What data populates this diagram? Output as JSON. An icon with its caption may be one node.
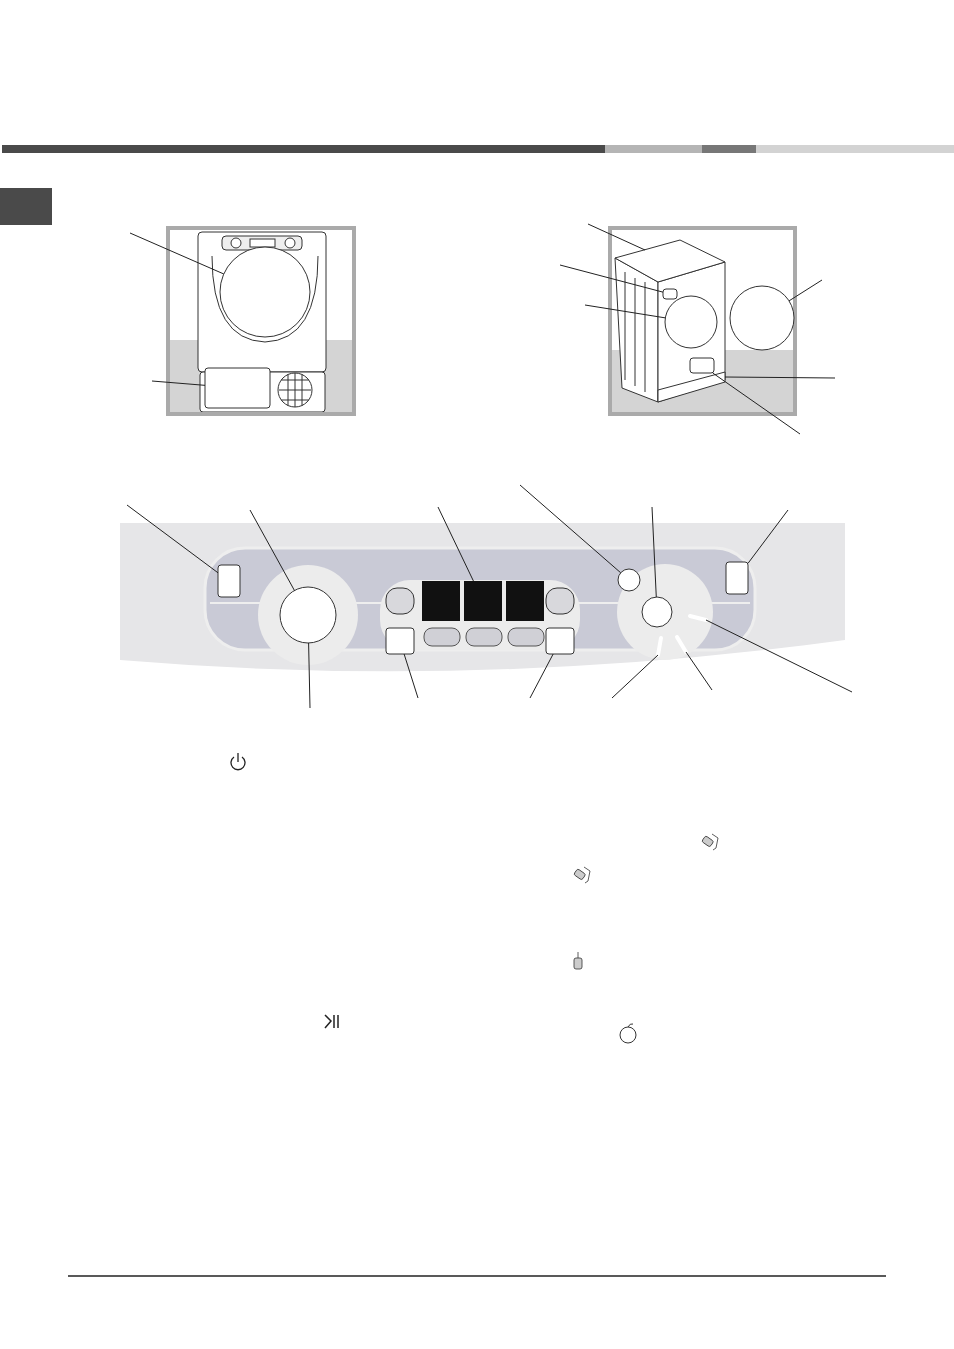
{
  "diagram": {
    "nodes": [
      {
        "text": [],
        "shape": "circle"
      },
      {
        "text": [],
        "shape": "box"
      },
      {
        "text": [],
        "shape": "box"
      },
      {
        "text": [],
        "shape": "box"
      },
      {
        "text": [],
        "shape": "circle"
      },
      {
        "text": [],
        "shape": "circle"
      },
      {
        "text": [],
        "shape": "box"
      },
      {
        "text": [],
        "shape": "box"
      },
      {
        "text": [],
        "shape": "box"
      },
      {
        "text": [],
        "shape": "circle"
      },
      {
        "text": [],
        "shape": "box"
      },
      {
        "text": [],
        "shape": "circle"
      },
      {
        "text": [],
        "shape": "circle"
      },
      {
        "text": [],
        "shape": "box"
      },
      {
        "text": [],
        "shape": "box"
      },
      {
        "text": [],
        "shape": "box"
      },
      {
        "text": [],
        "shape": "bar"
      },
      {
        "text": [],
        "shape": "bar"
      },
      {
        "text": [],
        "shape": "bar"
      }
    ],
    "edges": [
      {
        "from": null,
        "to": 0,
        "arrow": "none"
      },
      {
        "from": null,
        "to": 1,
        "arrow": "none"
      },
      {
        "from": null,
        "to": 2,
        "arrow": "none"
      },
      {
        "from": null,
        "to": 3,
        "arrow": "none"
      },
      {
        "from": null,
        "to": 4,
        "arrow": "none"
      },
      {
        "from": null,
        "to": 5,
        "arrow": "none"
      },
      {
        "from": null,
        "to": 6,
        "arrow": "none"
      },
      {
        "from": null,
        "to": 7,
        "arrow": "none"
      },
      {
        "from": null,
        "to": 8,
        "arrow": "none"
      },
      {
        "from": null,
        "to": 9,
        "arrow": "none"
      },
      {
        "from": null,
        "to": 10,
        "arrow": "none"
      },
      {
        "from": null,
        "to": 11,
        "arrow": "none"
      },
      {
        "from": null,
        "to": 12,
        "arrow": "none"
      },
      {
        "from": null,
        "to": 13,
        "arrow": "none"
      },
      {
        "from": null,
        "to": 9,
        "arrow": "none"
      },
      {
        "from": null,
        "to": 14,
        "arrow": "none"
      },
      {
        "from": null,
        "to": 15,
        "arrow": "none"
      },
      {
        "from": null,
        "to": 16,
        "arrow": "none"
      },
      {
        "from": null,
        "to": 17,
        "arrow": "none"
      },
      {
        "from": null,
        "to": 18,
        "arrow": "none"
      }
    ]
  }
}
